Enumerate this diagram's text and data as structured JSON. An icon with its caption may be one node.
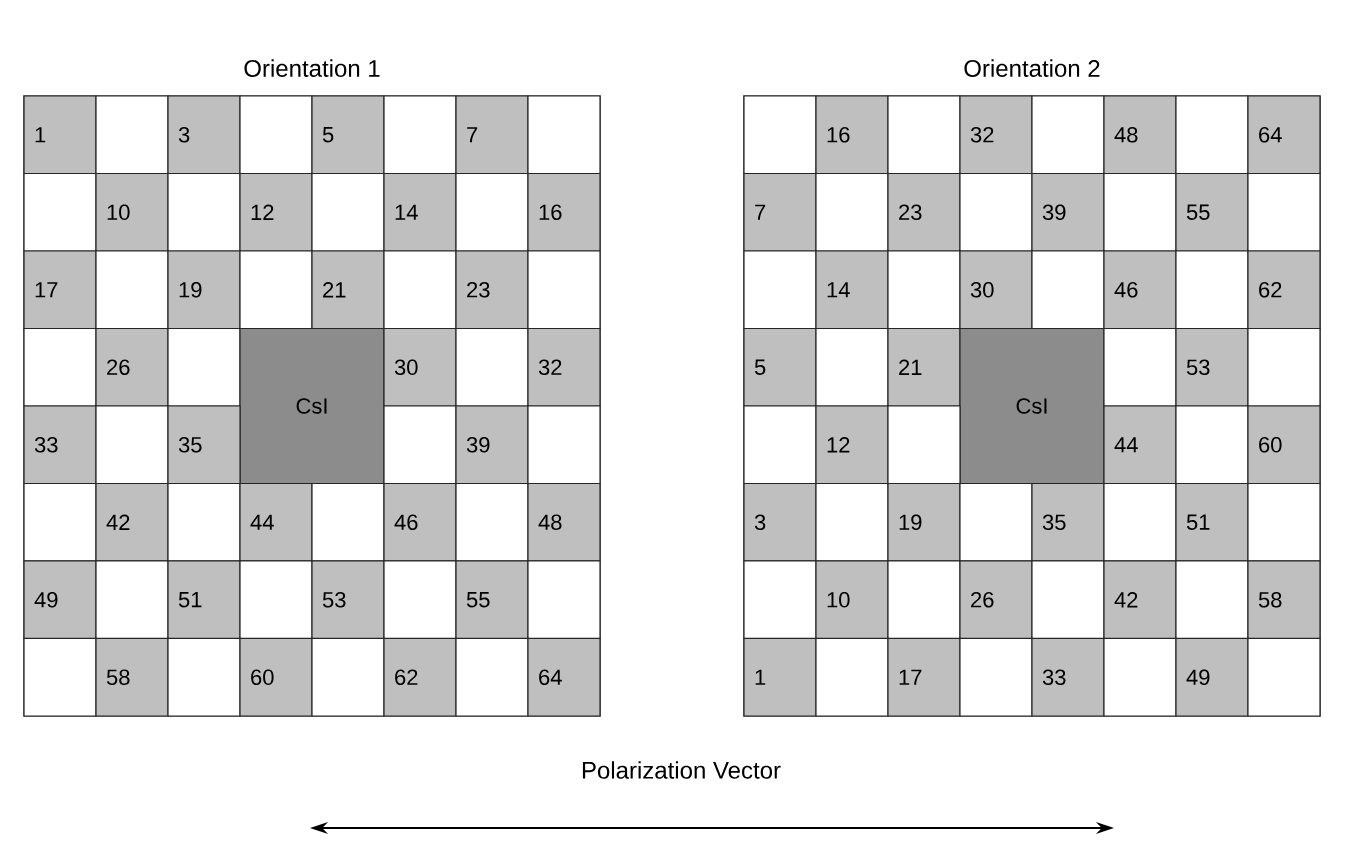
{
  "diagram": {
    "nodes": [
      {
        "text": [
          "Orientation 1"
        ]
      },
      {
        "text": [
          "1"
        ],
        "in": 0
      },
      {
        "text": [],
        "shape": "box",
        "in": 0
      },
      {
        "text": [
          "3"
        ],
        "in": 0
      },
      {
        "text": [],
        "shape": "box",
        "in": 0
      },
      {
        "text": [
          "5"
        ],
        "in": 0
      },
      {
        "text": [],
        "shape": "box",
        "in": 0
      },
      {
        "text": [
          "7"
        ],
        "in": 0
      },
      {
        "text": [],
        "shape": "box",
        "in": 0
      },
      {
        "text": [],
        "shape": "box",
        "in": 0
      },
      {
        "text": [
          "10"
        ],
        "in": 0
      },
      {
        "text": [],
        "shape": "box",
        "in": 0
      },
      {
        "text": [
          "12"
        ],
        "in": 0
      },
      {
        "text": [],
        "shape": "box",
        "in": 0
      },
      {
        "text": [
          "14"
        ],
        "in": 0
      },
      {
        "text": [],
        "shape": "box",
        "in": 0
      },
      {
        "text": [
          "16"
        ],
        "in": 0
      },
      {
        "text": [
          "17"
        ],
        "in": 0
      },
      {
        "text": [],
        "shape": "box",
        "in": 0
      },
      {
        "text": [
          "19"
        ],
        "in": 0
      },
      {
        "text": [],
        "shape": "box",
        "in": 0
      },
      {
        "text": [
          "21"
        ],
        "in": 0
      },
      {
        "text": [],
        "shape": "box",
        "in": 0
      },
      {
        "text": [
          "23"
        ],
        "in": 0
      },
      {
        "text": [],
        "shape": "box",
        "in": 0
      },
      {
        "text": [],
        "shape": "box",
        "in": 0
      },
      {
        "text": [
          "26"
        ],
        "in": 0
      },
      {
        "text": [],
        "shape": "box",
        "in": 0
      },
      {
        "text": [
          "CsI"
        ],
        "in": 0
      },
      {
        "text": [
          "30"
        ],
        "in": 0
      },
      {
        "text": [],
        "shape": "box",
        "in": 0
      },
      {
        "text": [
          "32"
        ],
        "in": 0
      },
      {
        "text": [
          "33"
        ],
        "in": 0
      },
      {
        "text": [],
        "shape": "box",
        "in": 0
      },
      {
        "text": [
          "35"
        ],
        "in": 0
      },
      {
        "text": [],
        "shape": "box",
        "in": 0
      },
      {
        "text": [
          "39"
        ],
        "in": 0
      },
      {
        "text": [],
        "shape": "box",
        "in": 0
      },
      {
        "text": [],
        "shape": "box",
        "in": 0
      },
      {
        "text": [
          "42"
        ],
        "in": 0
      },
      {
        "text": [],
        "shape": "box",
        "in": 0
      },
      {
        "text": [
          "44"
        ],
        "in": 0
      },
      {
        "text": [],
        "shape": "box",
        "in": 0
      },
      {
        "text": [
          "46"
        ],
        "in": 0
      },
      {
        "text": [],
        "shape": "box",
        "in": 0
      },
      {
        "text": [
          "48"
        ],
        "in": 0
      },
      {
        "text": [
          "49"
        ],
        "in": 0
      },
      {
        "text": [],
        "shape": "box",
        "in": 0
      },
      {
        "text": [
          "51"
        ],
        "in": 0
      },
      {
        "text": [],
        "shape": "box",
        "in": 0
      },
      {
        "text": [
          "53"
        ],
        "in": 0
      },
      {
        "text": [],
        "shape": "box",
        "in": 0
      },
      {
        "text": [
          "55"
        ],
        "in": 0
      },
      {
        "text": [],
        "shape": "box",
        "in": 0
      },
      {
        "text": [],
        "shape": "box",
        "in": 0
      },
      {
        "text": [
          "58"
        ],
        "in": 0
      },
      {
        "text": [],
        "shape": "box",
        "in": 0
      },
      {
        "text": [
          "60"
        ],
        "in": 0
      },
      {
        "text": [],
        "shape": "box",
        "in": 0
      },
      {
        "text": [
          "62"
        ],
        "in": 0
      },
      {
        "text": [],
        "shape": "box",
        "in": 0
      },
      {
        "text": [
          "64"
        ],
        "in": 0
      },
      {
        "text": [
          "Orientation 2"
        ]
      },
      {
        "text": [],
        "shape": "box",
        "in": 62
      },
      {
        "text": [
          "16"
        ],
        "in": 62
      },
      {
        "text": [],
        "shape": "box",
        "in": 62
      },
      {
        "text": [
          "32"
        ],
        "in": 62
      },
      {
        "text": [],
        "shape": "box",
        "in": 62
      },
      {
        "text": [
          "48"
        ],
        "in": 62
      },
      {
        "text": [],
        "shape": "box",
        "in": 62
      },
      {
        "text": [
          "64"
        ],
        "in": 62
      },
      {
        "text": [
          "7"
        ],
        "in": 62
      },
      {
        "text": [],
        "shape": "box",
        "in": 62
      },
      {
        "text": [
          "23"
        ],
        "in": 62
      },
      {
        "text": [],
        "shape": "box",
        "in": 62
      },
      {
        "text": [
          "39"
        ],
        "in": 62
      },
      {
        "text": [],
        "shape": "box",
        "in": 62
      },
      {
        "text": [
          "55"
        ],
        "in": 62
      },
      {
        "text": [],
        "shape": "box",
        "in": 62
      },
      {
        "text": [],
        "shape": "box",
        "in": 62
      },
      {
        "text": [
          "14"
        ],
        "in": 62
      },
      {
        "text": [],
        "shape": "box",
        "in": 62
      },
      {
        "text": [
          "30"
        ],
        "in": 62
      },
      {
        "text": [],
        "shape": "box",
        "in": 62
      },
      {
        "text": [
          "46"
        ],
        "in": 62
      },
      {
        "text": [],
        "shape": "box",
        "in": 62
      },
      {
        "text": [
          "62"
        ],
        "in": 62
      },
      {
        "text": [
          "5"
        ],
        "in": 62
      },
      {
        "text": [],
        "shape": "box",
        "in": 62
      },
      {
        "text": [
          "21"
        ],
        "in": 62
      },
      {
        "text": [
          "CsI"
        ],
        "in": 62
      },
      {
        "text": [],
        "shape": "box",
        "in": 62
      },
      {
        "text": [
          "53"
        ],
        "in": 62
      },
      {
        "text": [],
        "shape": "box",
        "in": 62
      },
      {
        "text": [],
        "shape": "box",
        "in": 62
      },
      {
        "text": [
          "12"
        ],
        "in": 62
      },
      {
        "text": [],
        "shape": "box",
        "in": 62
      },
      {
        "text": [
          "44"
        ],
        "in": 62
      },
      {
        "text": [],
        "shape": "box",
        "in": 62
      },
      {
        "text": [
          "60"
        ],
        "in": 62
      },
      {
        "text": [
          "3"
        ],
        "in": 62
      },
      {
        "text": [],
        "shape": "box",
        "in": 62
      },
      {
        "text": [
          "19"
        ],
        "in": 62
      },
      {
        "text": [],
        "shape": "box",
        "in": 62
      },
      {
        "text": [
          "35"
        ],
        "in": 62
      },
      {
        "text": [],
        "shape": "box",
        "in": 62
      },
      {
        "text": [
          "51"
        ],
        "in": 62
      },
      {
        "text": [],
        "shape": "box",
        "in": 62
      },
      {
        "text": [],
        "shape": "box",
        "in": 62
      },
      {
        "text": [
          "10"
        ],
        "in": 62
      },
      {
        "text": [],
        "shape": "box",
        "in": 62
      },
      {
        "text": [
          "26"
        ],
        "in": 62
      },
      {
        "text": [],
        "shape": "box",
        "in": 62
      },
      {
        "text": [
          "42"
        ],
        "in": 62
      },
      {
        "text": [],
        "shape": "box",
        "in": 62
      },
      {
        "text": [
          "58"
        ],
        "in": 62
      },
      {
        "text": [
          "1"
        ],
        "in": 62
      },
      {
        "text": [],
        "shape": "box",
        "in": 62
      },
      {
        "text": [
          "17"
        ],
        "in": 62
      },
      {
        "text": [],
        "shape": "box",
        "in": 62
      },
      {
        "text": [
          "33"
        ],
        "in": 62
      },
      {
        "text": [],
        "shape": "box",
        "in": 62
      },
      {
        "text": [
          "49"
        ],
        "in": 62
      },
      {
        "text": [],
        "shape": "box",
        "in": 62
      }
    ],
    "labels": [
      "Polarization Vector"
    ]
  }
}
